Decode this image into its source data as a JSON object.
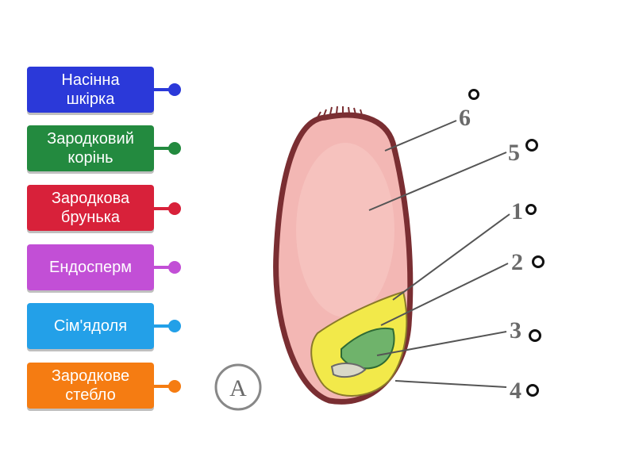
{
  "labels": [
    {
      "text": "Насінна\nшкірка",
      "color": "#2b39d9"
    },
    {
      "text": "Зародковий\nкорінь",
      "color": "#238a3f"
    },
    {
      "text": "Зародкова\nбрунька",
      "color": "#d8213a"
    },
    {
      "text": "Ендосперм",
      "color": "#c24fd6"
    },
    {
      "text": "Сім'ядоля",
      "color": "#23a0e8"
    },
    {
      "text": "Зародкове\nстебло",
      "color": "#f57c12"
    }
  ],
  "diagram": {
    "figure_letter": "A",
    "numbers": [
      "6",
      "5",
      "1",
      "2",
      "3",
      "4"
    ]
  },
  "colors": {
    "seed_coat": "#7a2e32",
    "endosperm": "#f3b7b4",
    "cotyledon": "#f2e94a",
    "embryo": "#6fb36b",
    "leader_line": "#555555",
    "number_text": "#6a6a6a"
  }
}
